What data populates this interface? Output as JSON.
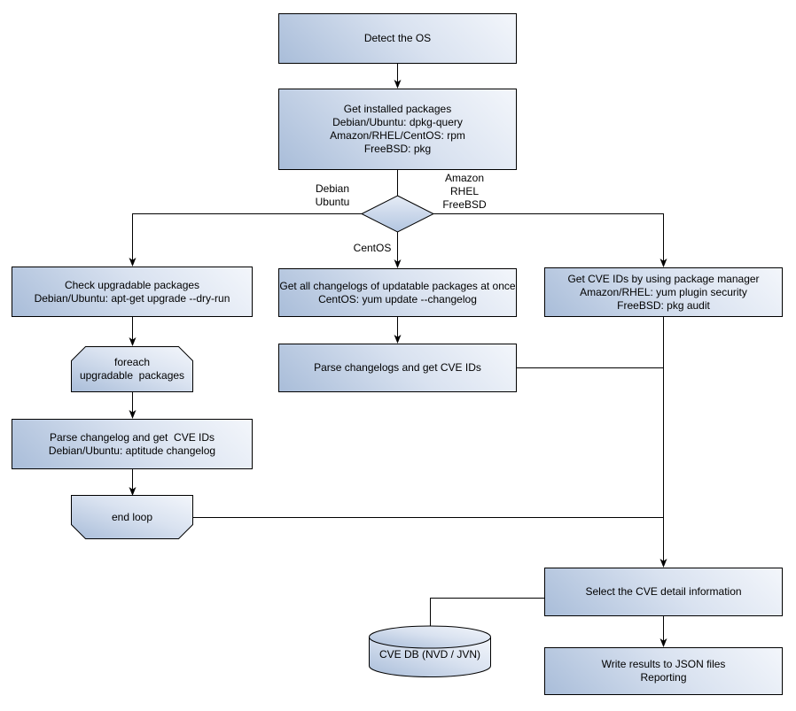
{
  "diagram": {
    "nodes": {
      "detect_os": "Detect the OS",
      "get_installed_packages": "Get installed packages\nDebian/Ubuntu: dpkg-query\nAmazon/RHEL/CentOS: rpm\nFreeBSD: pkg",
      "check_upgradable": "Check upgradable packages\nDebian/Ubuntu: apt-get upgrade --dry-run",
      "foreach_loop_start": "foreach\nupgradable  packages",
      "parse_changelog_left": "Parse changelog and get  CVE IDs\nDebian/Ubuntu: aptitude changelog",
      "end_loop": "end loop",
      "get_all_changelogs": "Get all changelogs of updatable packages at once\nCentOS: yum update --changelog",
      "parse_changelogs_mid": "Parse changelogs and get CVE IDs",
      "get_cve_ids_pkg_mgr": "Get CVE IDs by using package manager\nAmazon/RHEL: yum plugin security\nFreeBSD: pkg audit",
      "select_cve_detail": "Select the CVE detail information",
      "write_results": "Write results to JSON files\nReporting",
      "cve_db": "CVE DB (NVD / JVN)"
    },
    "branch_labels": {
      "left": "Debian\nUbuntu",
      "right": "Amazon\nRHEL\nFreeBSD",
      "bottom": "CentOS"
    },
    "colors": {
      "node_fill_dark": "#a9bdd9",
      "node_fill_light": "#f3f6fb",
      "node_border": "#000000",
      "connector": "#000000",
      "text": "#000000",
      "background": "#ffffff"
    }
  }
}
